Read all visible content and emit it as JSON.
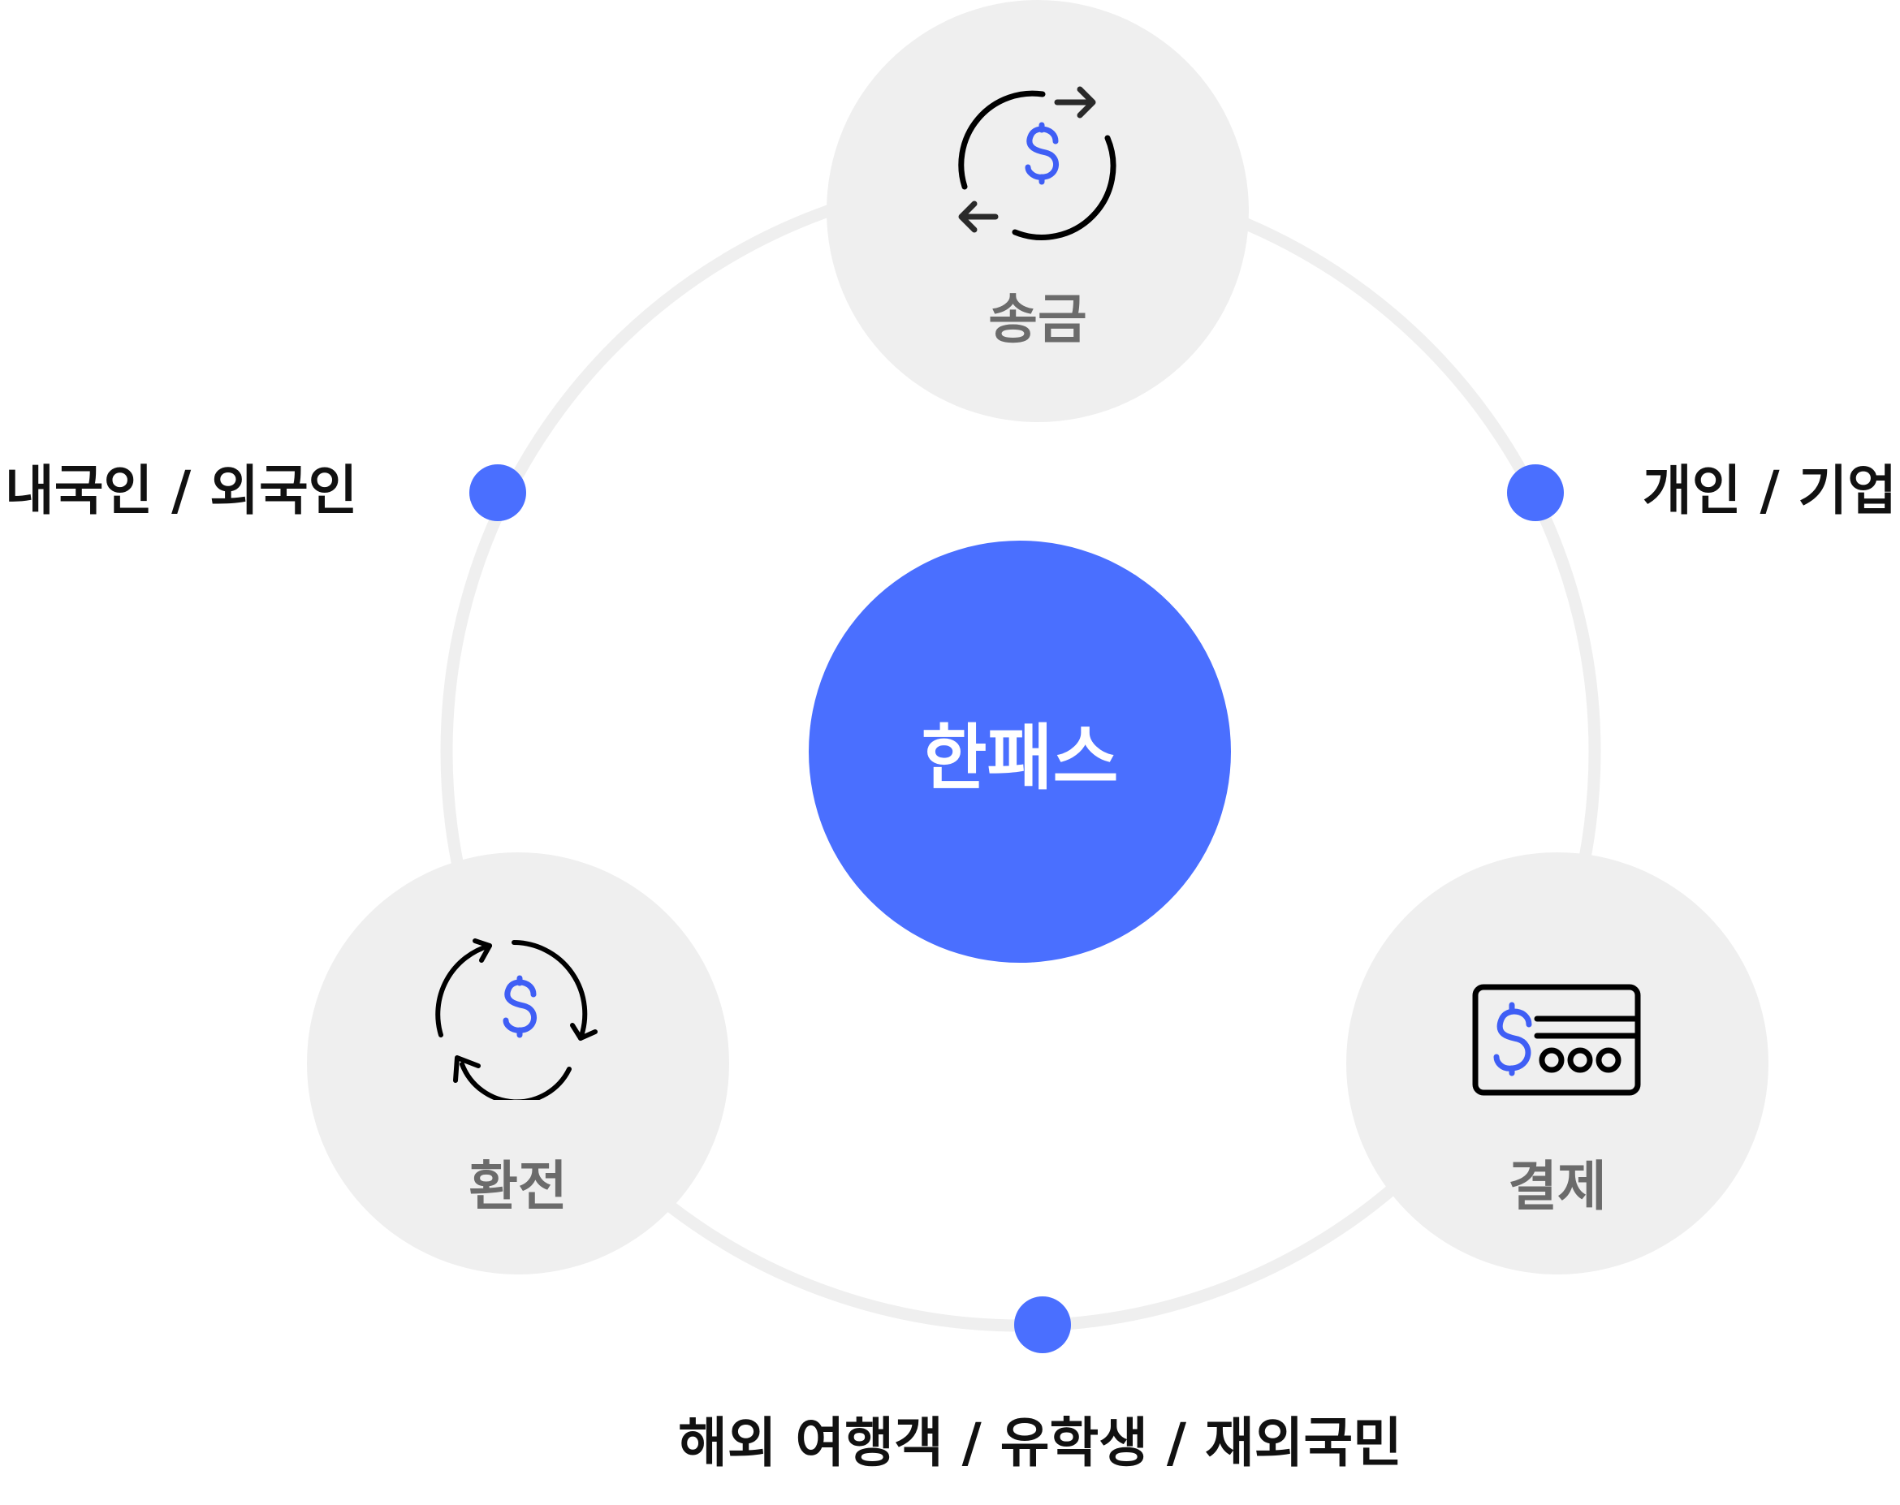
{
  "center": {
    "label": "한패스"
  },
  "nodes": [
    {
      "label": "송금",
      "icon": "money-transfer-icon"
    },
    {
      "label": "환전",
      "icon": "currency-exchange-icon"
    },
    {
      "label": "결제",
      "icon": "payment-card-icon"
    }
  ],
  "connectors": [
    {
      "label": "내국인 / 외국인"
    },
    {
      "label": "개인 / 기업"
    },
    {
      "label": "해외 여행객 / 유학생 / 재외국민"
    }
  ],
  "colors": {
    "accent": "#4a6fff",
    "node_bg": "#efefef",
    "ring": "#efefef",
    "node_text": "#6b6b6b"
  }
}
